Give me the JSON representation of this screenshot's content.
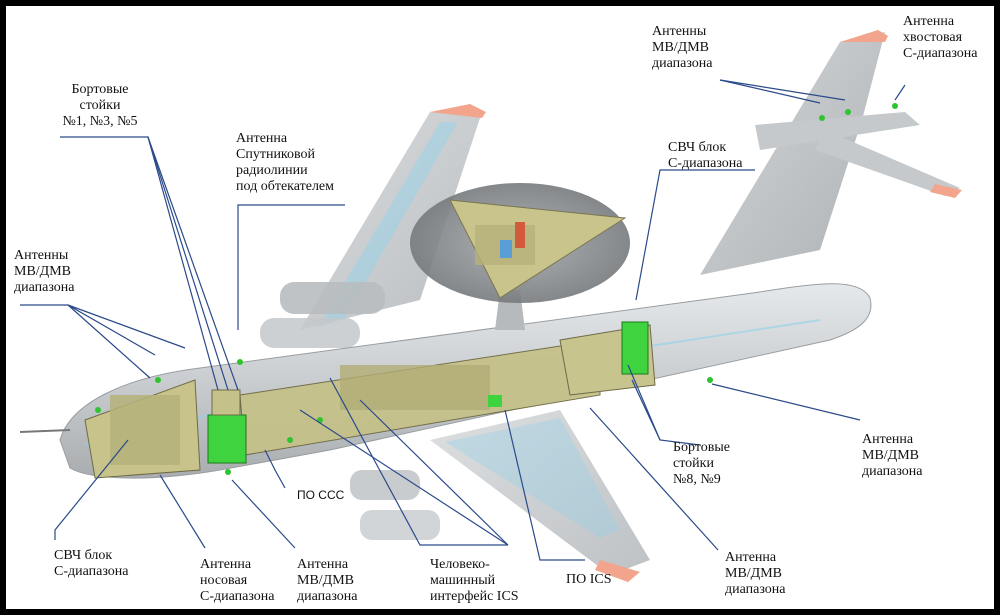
{
  "labels": {
    "racks_1_3_5": {
      "line1": "Бортовые",
      "line2": "стойки",
      "line3": "№1, №3, №5"
    },
    "satellite_antenna": {
      "line1": "Антенна",
      "line2": "Спутниковой",
      "line3": "радиолинии",
      "line4": "под обтекателем"
    },
    "vhf_uhf_antennas_left": {
      "line1": "Антенны",
      "line2": "МВ/ДМВ",
      "line3": "диапазона"
    },
    "vhf_uhf_antennas_top": {
      "line1": "Антенны",
      "line2": "МВ/ДМВ",
      "line3": "диапазона"
    },
    "tail_c_band_antenna": {
      "line1": "Антенна",
      "line2": "хвостовая",
      "line3": "С-диапазона"
    },
    "microwave_unit_top": {
      "line1": "СВЧ блок",
      "line2": "С-диапазона"
    },
    "microwave_unit_bottom": {
      "line1": "СВЧ блок",
      "line2": "С-диапазона"
    },
    "nose_c_band_antenna": {
      "line1": "Антенна",
      "line2": "носовая",
      "line3": "С-диапазона"
    },
    "vhf_uhf_antenna_bottom": {
      "line1": "Антенна",
      "line2": "МВ/ДМВ",
      "line3": "диапазона"
    },
    "sss_software": {
      "line1": "ПО ССС"
    },
    "hmi_ics": {
      "line1": "Человеко-",
      "line2": "машинный",
      "line3": "интерфейс ICS"
    },
    "ics_software": {
      "line1": "ПО ICS"
    },
    "vhf_uhf_antenna_bottom_right": {
      "line1": "Антенна",
      "line2": "МВ/ДМВ",
      "line3": "диапазона"
    },
    "racks_8_9": {
      "line1": "Бортовые",
      "line2": "стойки",
      "line3": "№8, №9"
    },
    "vhf_uhf_antenna_right": {
      "line1": "Антенна",
      "line2": "МВ/ДМВ",
      "line3": "диапазона"
    }
  },
  "colors": {
    "fuselage": "#cfd3d6",
    "equipment": "#bdbb86",
    "racks_green": "#3fd43f",
    "radome": "#8f9396",
    "tips": "#f2a58c",
    "leader": "#2b4a8a"
  }
}
